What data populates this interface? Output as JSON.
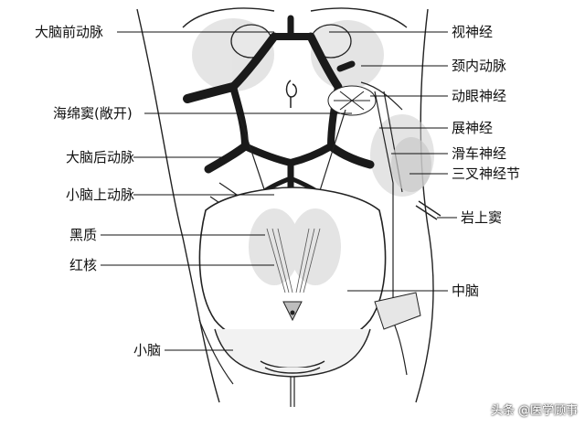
{
  "labels": {
    "anterior_cerebral_artery": "大脑前动脉",
    "optic_nerve": "视神经",
    "internal_carotid_artery": "颈内动脉",
    "oculomotor_nerve": "动眼神经",
    "cavernous_sinus": "海绵窦(敞开)",
    "abducens_nerve": "展神经",
    "trochlear_nerve": "滑车神经",
    "posterior_cerebral_artery": "大脑后动脉",
    "trigeminal_ganglion": "三叉神经节",
    "superior_cerebellar_artery": "小脑上动脉",
    "superior_petrosal_sinus": "岩上窦",
    "substantia_nigra": "黑质",
    "red_nucleus": "红核",
    "midbrain": "中脑",
    "cerebellum": "小脑"
  },
  "watermark": "头条 @医学顾事",
  "colors": {
    "ink": "#111111",
    "vessel": "#1a1a1a",
    "paper": "#ffffff"
  }
}
